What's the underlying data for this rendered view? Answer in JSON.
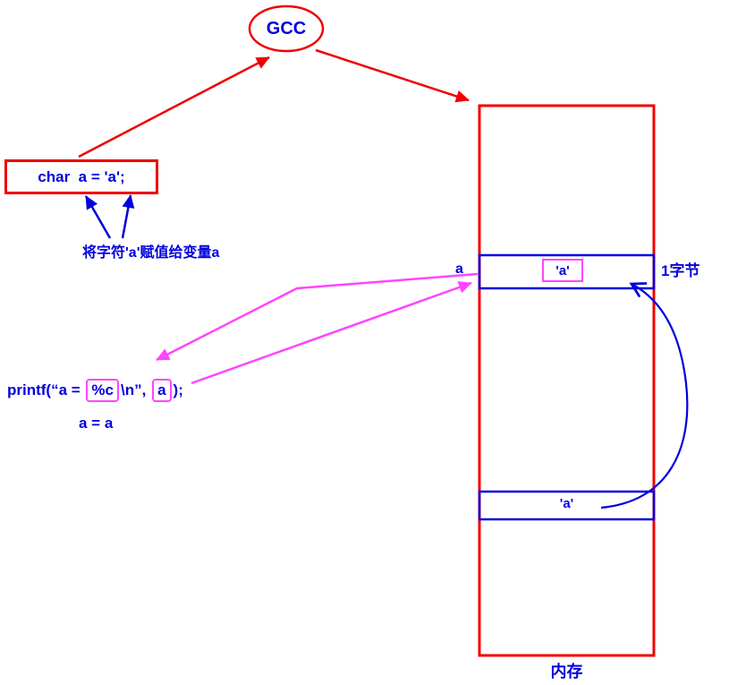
{
  "colors": {
    "red": "#ee0000",
    "blue": "#0000dd",
    "magenta": "#ff44ff"
  },
  "compiler": {
    "label": "GCC"
  },
  "source": {
    "statement": "char  a = 'a';",
    "caption": "将字符'a'赋值给变量a"
  },
  "printf": {
    "prefix": "printf(“a = ",
    "format_spec": "%c",
    "middle": "\\n”, ",
    "argument": "a",
    "suffix": ");",
    "output": "a = a"
  },
  "memory": {
    "title": "内存",
    "variable_label": "a",
    "byte_label": "1字节",
    "cell_value": "'a'",
    "stored_literal": "'a'"
  }
}
